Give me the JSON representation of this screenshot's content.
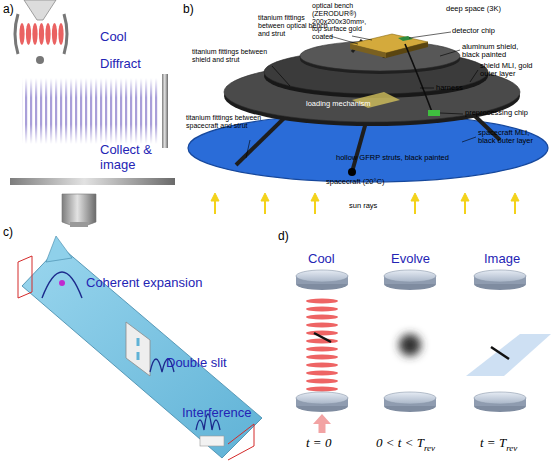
{
  "diagram": {
    "labels": [
      "a)",
      "Cool",
      "Diffract",
      "Collect & image",
      "b)",
      "optical bench (ZERODUR®) 200x200x30mm³, top surface gold coated",
      "deep space (3K)",
      "detector chip",
      "aluminum shield, black painted",
      "titanium fittings between optical bench and strut",
      "shield MLI, gold outer layer",
      "titanium fittings between shield and strut",
      "harness",
      "loading mechanism",
      "preprocessing chip",
      "spacecraft MLI, black outer layer",
      "titanium fittings between spacecraft and strut",
      "hollow GFRP struts, black painted",
      "spacecraft (20°C)",
      "sun rays",
      "c)",
      "Coherent expansion",
      "Double slit",
      "Interference",
      "d)",
      "Cool",
      "Evolve",
      "Image",
      "t = 0",
      "0 < t < T",
      "rev",
      "t = T",
      "rev"
    ]
  }
}
